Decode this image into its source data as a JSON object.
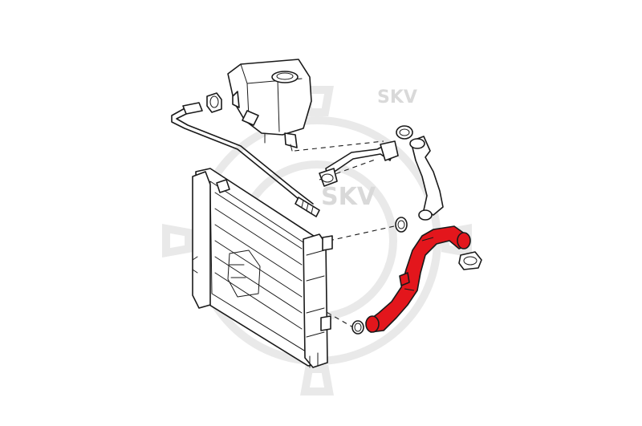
{
  "watermark": {
    "label_top": "SKV",
    "label_center": "SKV",
    "color": "#e0e0e0"
  },
  "colors": {
    "line": "#1a1a1a",
    "highlight": "#e3161c",
    "background": "#ffffff"
  },
  "parts": [
    {
      "name": "expansion-tank"
    },
    {
      "name": "vent-pipe"
    },
    {
      "name": "hose-clamp-small"
    },
    {
      "name": "upper-hose"
    },
    {
      "name": "upper-radiator-hose"
    },
    {
      "name": "o-ring-upper"
    },
    {
      "name": "o-ring-middle"
    },
    {
      "name": "lower-radiator-hose",
      "highlighted": true
    },
    {
      "name": "hose-clamp-lower"
    },
    {
      "name": "o-ring-lower"
    },
    {
      "name": "radiator"
    }
  ]
}
